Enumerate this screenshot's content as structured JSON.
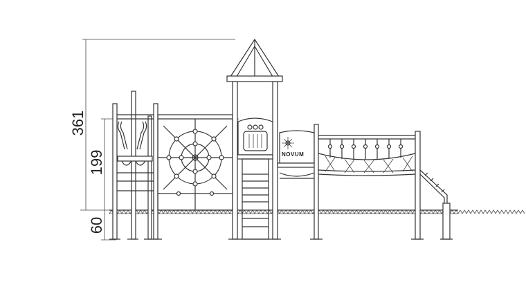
{
  "dimensions": {
    "total_height": "361",
    "platform_height": "199",
    "foundation_depth": "60"
  },
  "brand": {
    "logo_text": "NOVUM"
  }
}
